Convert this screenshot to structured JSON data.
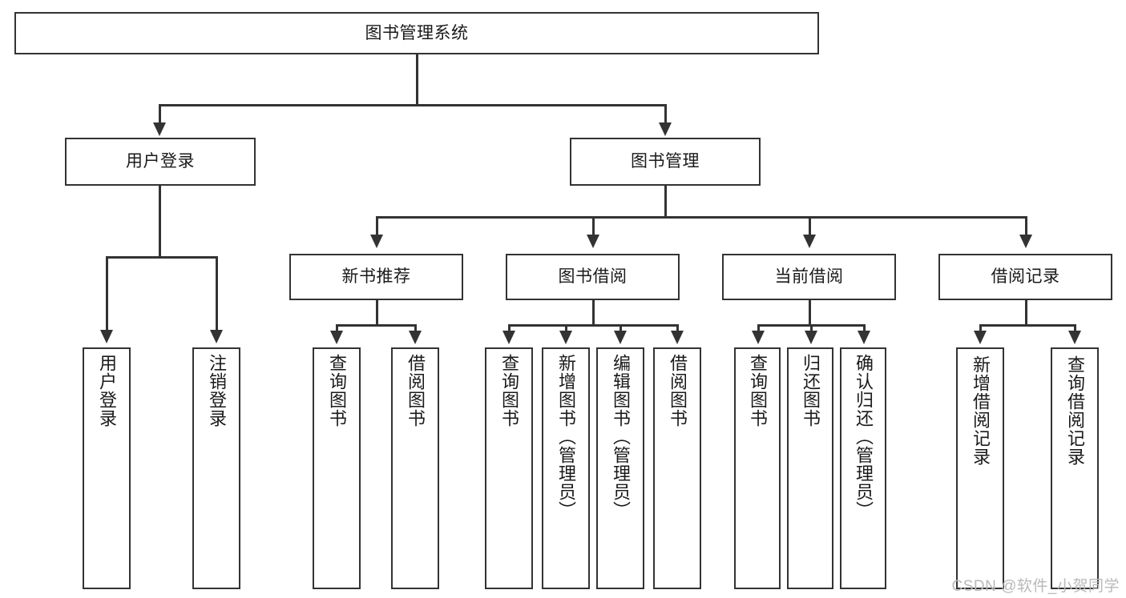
{
  "diagram": {
    "type": "tree-hierarchy",
    "title": "图书管理系统",
    "watermark": "CSDN @软件_小贺同学",
    "colors": {
      "stroke": "#333333",
      "fill": "#ffffff",
      "text": "#1a1a1a",
      "watermark": "#b9b9b9"
    },
    "levels": {
      "root": {
        "label": "图书管理系统"
      },
      "level2": [
        {
          "label": "用户登录"
        },
        {
          "label": "图书管理"
        }
      ],
      "level3": [
        {
          "label": "新书推荐"
        },
        {
          "label": "图书借阅"
        },
        {
          "label": "当前借阅"
        },
        {
          "label": "借阅记录"
        }
      ],
      "leaves": {
        "user_login": [
          {
            "label": "用户登录"
          },
          {
            "label": "注销登录"
          }
        ],
        "new_book_recommend": [
          {
            "label": "查询图书"
          },
          {
            "label": "借阅图书"
          }
        ],
        "book_borrow": [
          {
            "label": "查询图书"
          },
          {
            "label": "新增图书（管理员）"
          },
          {
            "label": "编辑图书（管理员）"
          },
          {
            "label": "借阅图书"
          }
        ],
        "current_borrow": [
          {
            "label": "查询图书"
          },
          {
            "label": "归还图书"
          },
          {
            "label": "确认归还（管理员）"
          }
        ],
        "borrow_record": [
          {
            "label": "新增借阅记录"
          },
          {
            "label": "查询借阅记录"
          }
        ]
      }
    }
  }
}
